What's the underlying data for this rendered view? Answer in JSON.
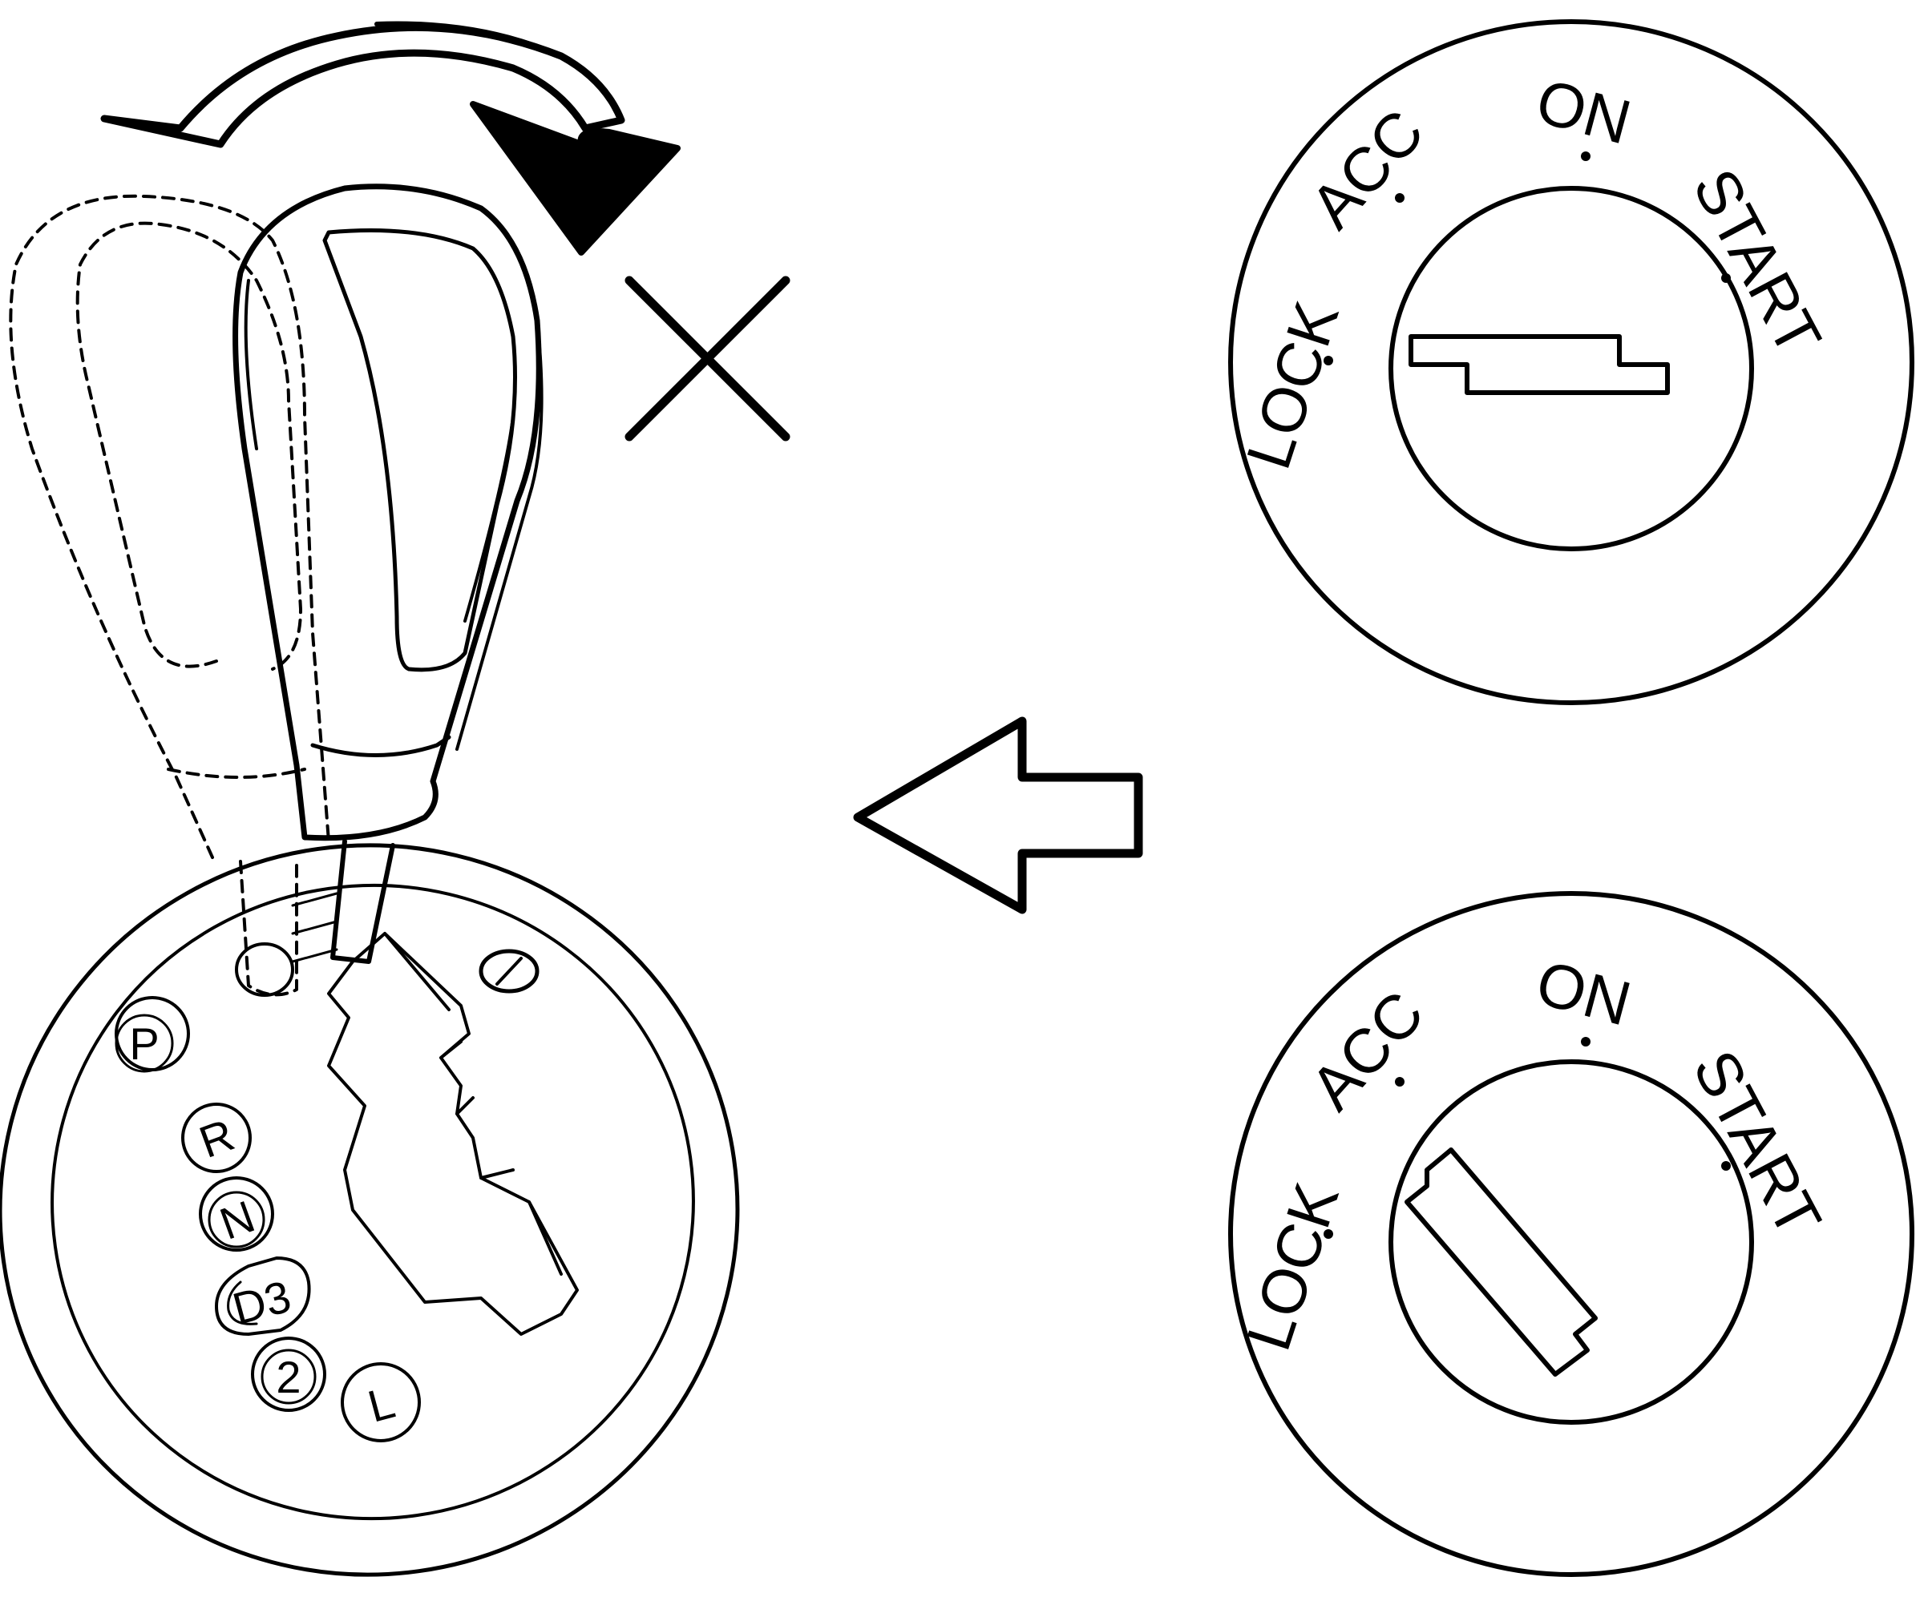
{
  "ignition_dials": [
    {
      "id": "dial-top",
      "positions": [
        "LOCK",
        "ACC",
        "ON",
        "START"
      ],
      "key_position": "LOCK"
    },
    {
      "id": "dial-bottom",
      "positions": [
        "LOCK",
        "ACC",
        "ON",
        "START"
      ],
      "key_position": "ACC"
    }
  ],
  "gear_positions": [
    "P",
    "R",
    "N",
    "D3",
    "2",
    "L"
  ],
  "symbols": {
    "prohibited_mark": "x-mark-icon",
    "rotation_arrow": "curved-arrow-icon",
    "direction_arrow": "left-arrow-icon"
  },
  "colors": {
    "line": "#000000",
    "background": "#ffffff"
  }
}
